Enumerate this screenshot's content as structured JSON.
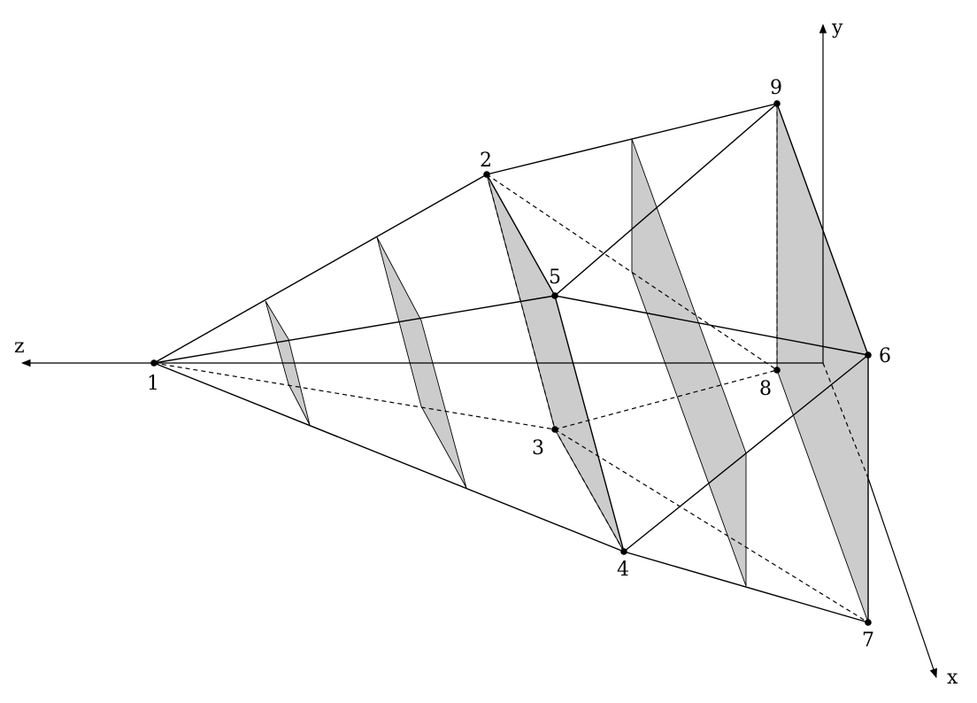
{
  "axes": {
    "x_label": "x",
    "y_label": "y",
    "z_label": "z"
  },
  "nodes": [
    {
      "id": "1",
      "label": "1"
    },
    {
      "id": "2",
      "label": "2"
    },
    {
      "id": "3",
      "label": "3"
    },
    {
      "id": "4",
      "label": "4"
    },
    {
      "id": "5",
      "label": "5"
    },
    {
      "id": "6",
      "label": "6"
    },
    {
      "id": "7",
      "label": "7"
    },
    {
      "id": "8",
      "label": "8"
    },
    {
      "id": "9",
      "label": "9"
    }
  ],
  "colors": {
    "section_fill": "#cccccc",
    "line": "#000000",
    "background": "#ffffff"
  }
}
